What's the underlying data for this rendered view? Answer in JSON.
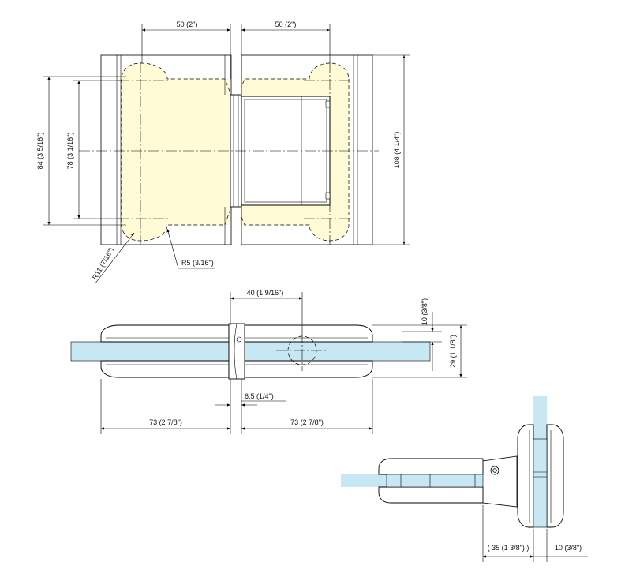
{
  "colors": {
    "fill_zone": "#fffbd6",
    "glass": "#c7e7f3",
    "line": "#000000"
  },
  "top_view": {
    "dim_left_width": "50 (2\")",
    "dim_right_width": "50 (2\")",
    "dim_height_outer": "84 (3  5/16\")",
    "dim_height_inner": "78 (3 1/16\")",
    "dim_height_right": "108 (4  1/4\")",
    "radius_large": "R11 (7/16\")",
    "radius_small": "R5 (3/16\")"
  },
  "side_view": {
    "dim_center": "40 (1  9/16\")",
    "dim_thickness_top": "10 (3/8\")",
    "dim_thickness_total": "29 (1  1/8\")",
    "dim_gap": "6,5 (1/4\")",
    "dim_left_length": "73 (2  7/8\")",
    "dim_right_length": "73 (2  7/8\")"
  },
  "corner_view": {
    "dim_offset": "( 35 (1  3/8\") )",
    "dim_thickness": "10 (3/8\")"
  }
}
